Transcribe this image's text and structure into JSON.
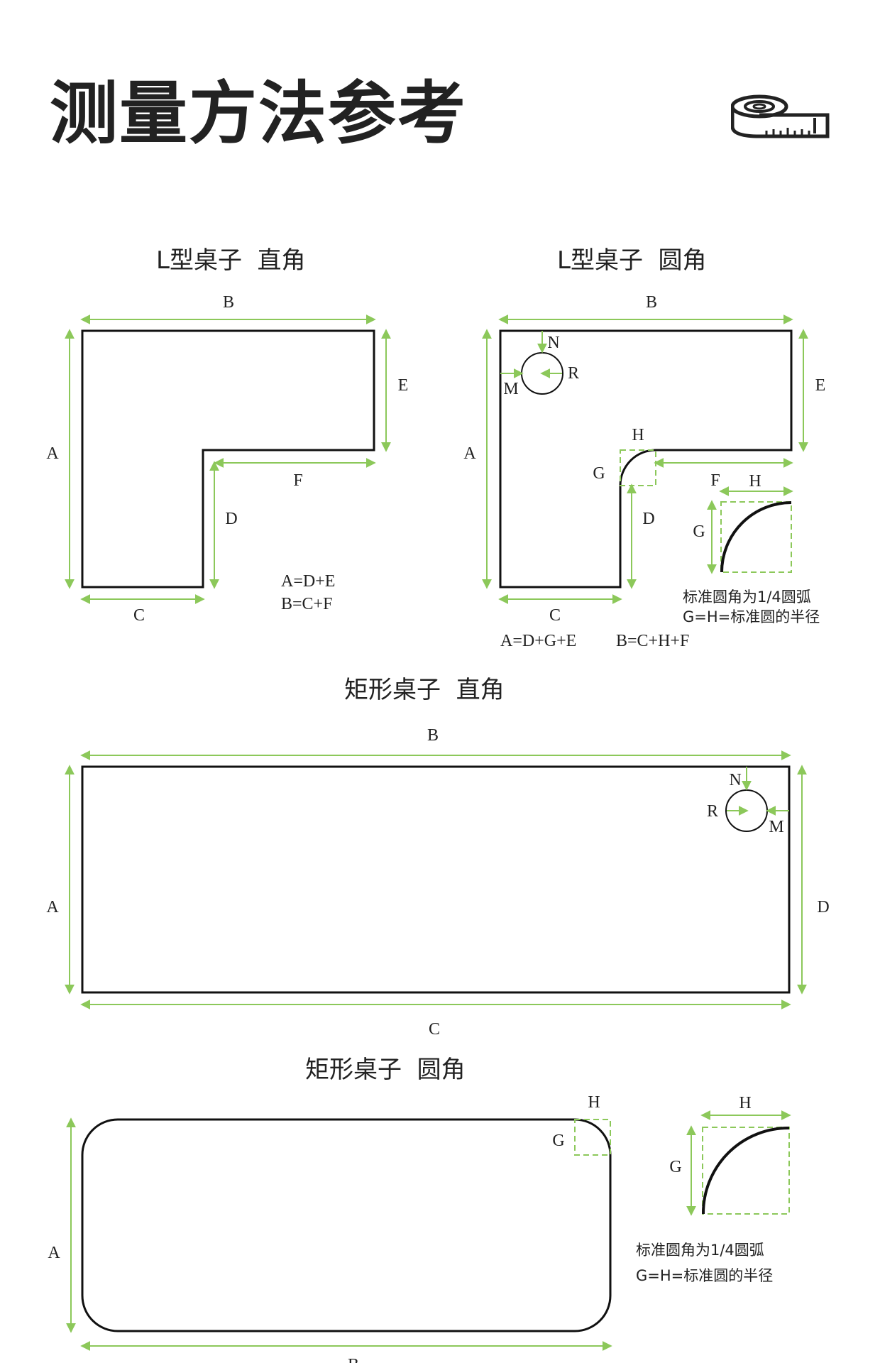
{
  "header": {
    "title": "测量方法参考",
    "icon": "tape-measure-icon"
  },
  "sections": {
    "l_right": {
      "title": "L型桌子  直角",
      "labels": {
        "a": "A",
        "b": "B",
        "c": "C",
        "d": "D",
        "e": "E",
        "f": "F"
      },
      "formula1": "A=D+E",
      "formula2": "B=C+F"
    },
    "l_round": {
      "title": "L型桌子  圆角",
      "labels": {
        "a": "A",
        "b": "B",
        "c": "C",
        "d": "D",
        "e": "E",
        "f": "F",
        "g": "G",
        "h": "H",
        "m": "M",
        "n": "N",
        "r": "R"
      },
      "detail": {
        "g": "G",
        "h": "H"
      },
      "note1": "标准圆角为1/4圆弧",
      "note2": "G=H=标准圆的半径",
      "formula1": "A=D+G+E",
      "formula2": "B=C+H+F"
    },
    "rect_right": {
      "title": "矩形桌子  直角",
      "labels": {
        "a": "A",
        "b": "B",
        "c": "C",
        "d": "D",
        "m": "M",
        "n": "N",
        "r": "R"
      }
    },
    "rect_round": {
      "title": "矩形桌子  圆角",
      "labels": {
        "a": "A",
        "b": "B",
        "g": "G",
        "h": "H"
      },
      "detail": {
        "g": "G",
        "h": "H"
      },
      "note1": "标准圆角为1/4圆弧",
      "note2": "G=H=标准圆的半径"
    }
  },
  "colors": {
    "dimension": "#8cc85a",
    "outline": "#111111"
  }
}
